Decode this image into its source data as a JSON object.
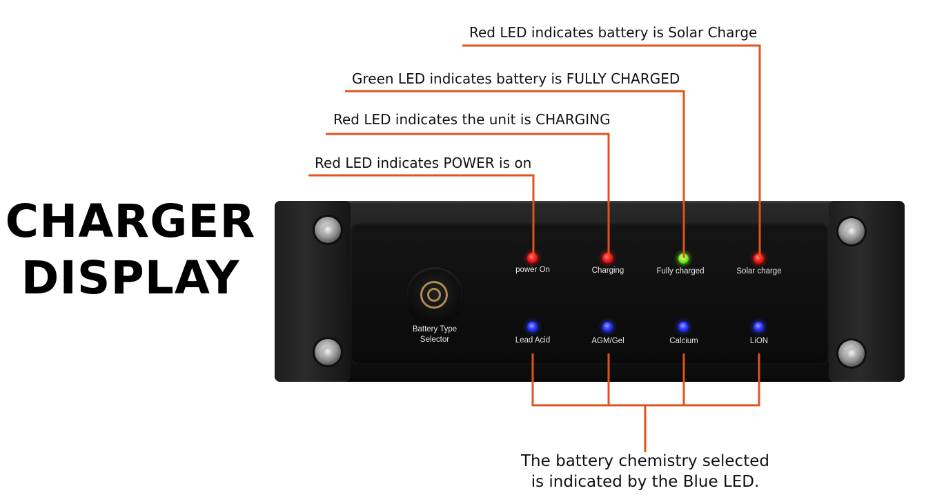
{
  "title": {
    "line1": "CHARGER",
    "line2": "DISPLAY"
  },
  "callouts": {
    "solar": "Red LED indicates battery is Solar Charge",
    "full": "Green LED indicates battery is FULLY CHARGED",
    "charging": "Red LED indicates the unit is CHARGING",
    "power": "Red LED indicates POWER is on"
  },
  "caption": {
    "line1": "The battery chemistry selected",
    "line2": "is indicated by the Blue LED."
  },
  "device": {
    "selector_label_line1": "Battery   Type",
    "selector_label_line2": "Selector",
    "status_leds": [
      {
        "label": "power On",
        "color": "red"
      },
      {
        "label": "Charging",
        "color": "red"
      },
      {
        "label": "Fully  charged",
        "color": "green"
      },
      {
        "label": "Solar  charge",
        "color": "red"
      }
    ],
    "type_leds": [
      {
        "label": "Lead Acid",
        "color": "blue"
      },
      {
        "label": "AGM/Gel",
        "color": "blue"
      },
      {
        "label": "Calcium",
        "color": "blue"
      },
      {
        "label": "LiON",
        "color": "blue"
      }
    ]
  },
  "colors": {
    "leader_line": "#e0531c",
    "led_red": "#ff2020",
    "led_green": "#7cf01e",
    "led_blue": "#2a35ff"
  }
}
